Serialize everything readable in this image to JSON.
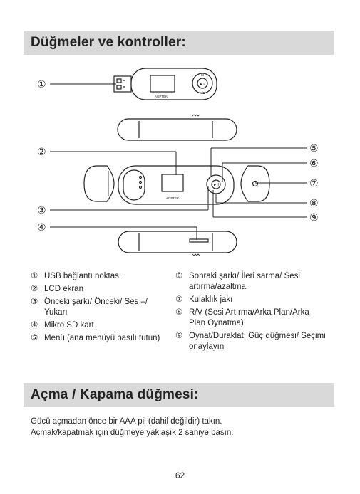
{
  "sections": {
    "controls_title": "Düğmeler ve kontroller:",
    "power_title": "Açma / Kapama düğmesi:"
  },
  "callouts": [
    "①",
    "②",
    "③",
    "④",
    "⑤",
    "⑥",
    "⑦",
    "⑧",
    "⑨"
  ],
  "device": {
    "brand": "AGPTEK",
    "menu_symbol": "M",
    "play_symbol": "►II",
    "ab_symbol": "A/B"
  },
  "legend_left": [
    {
      "num": "①",
      "text": "USB bağlantı noktası"
    },
    {
      "num": "②",
      "text": "LCD ekran"
    },
    {
      "num": "③",
      "text": "Önceki şarkı/ Önceki/ Ses –/ Yukarı"
    },
    {
      "num": "④",
      "text": "Mikro SD kart"
    },
    {
      "num": "⑤",
      "text": "Menü (ana menüyü basılı tutun)"
    }
  ],
  "legend_right": [
    {
      "num": "⑥",
      "text": "Sonraki şarkı/ İleri sarma/ Sesi artırma/azaltma"
    },
    {
      "num": "⑦",
      "text": "Kulaklık jakı"
    },
    {
      "num": "⑧",
      "text": "R/V (Sesi Artırma/Arka Plan/Arka Plan Oynatma)"
    },
    {
      "num": "⑨",
      "text": "Oynat/Duraklat; Güç düğmesi/ Seçimi onaylayın"
    }
  ],
  "power_text": [
    "Gücü açmadan önce bir AAA pil (dahil değildir) takın.",
    "Açmak/kapatmak için düğmeye yaklaşık 2 saniye basın."
  ],
  "page_number": "62"
}
